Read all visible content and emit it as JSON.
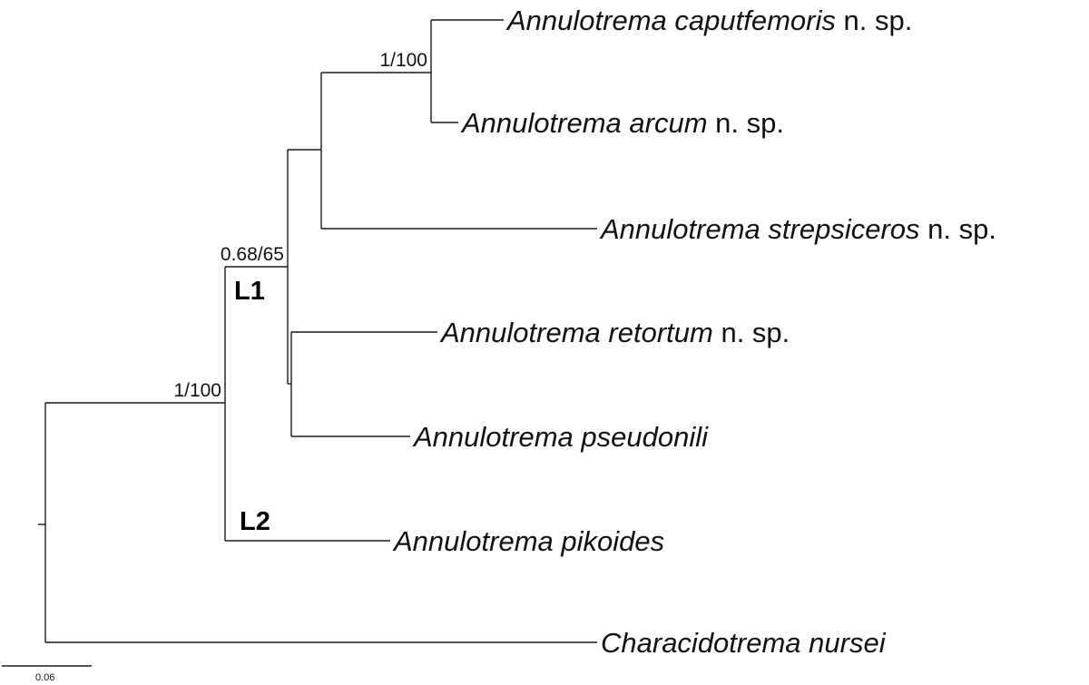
{
  "taxa": {
    "caputfemoris": {
      "genus": "Annulotrema",
      "species": "caputfemoris",
      "suffix": "n. sp."
    },
    "arcum": {
      "genus": "Annulotrema",
      "species": "arcum",
      "suffix": "n. sp."
    },
    "strepsiceros": {
      "genus": "Annulotrema",
      "species": "strepsiceros",
      "suffix": "n. sp."
    },
    "retortum": {
      "genus": "Annulotrema",
      "species": "retortum",
      "suffix": "n. sp."
    },
    "pseudonili": {
      "genus": "Annulotrema",
      "species": "pseudonili",
      "suffix": ""
    },
    "pikoides": {
      "genus": "Annulotrema",
      "species": "pikoides",
      "suffix": ""
    },
    "nursei": {
      "genus": "Characidotrema",
      "species": "nursei",
      "suffix": ""
    }
  },
  "support": {
    "caputfemoris_arcum": "1/100",
    "l1_node": "0.68/65",
    "annulotrema_node": "1/100"
  },
  "lineages": {
    "l1": "L1",
    "l2": "L2"
  },
  "scale_bar": {
    "label": "0.06"
  }
}
